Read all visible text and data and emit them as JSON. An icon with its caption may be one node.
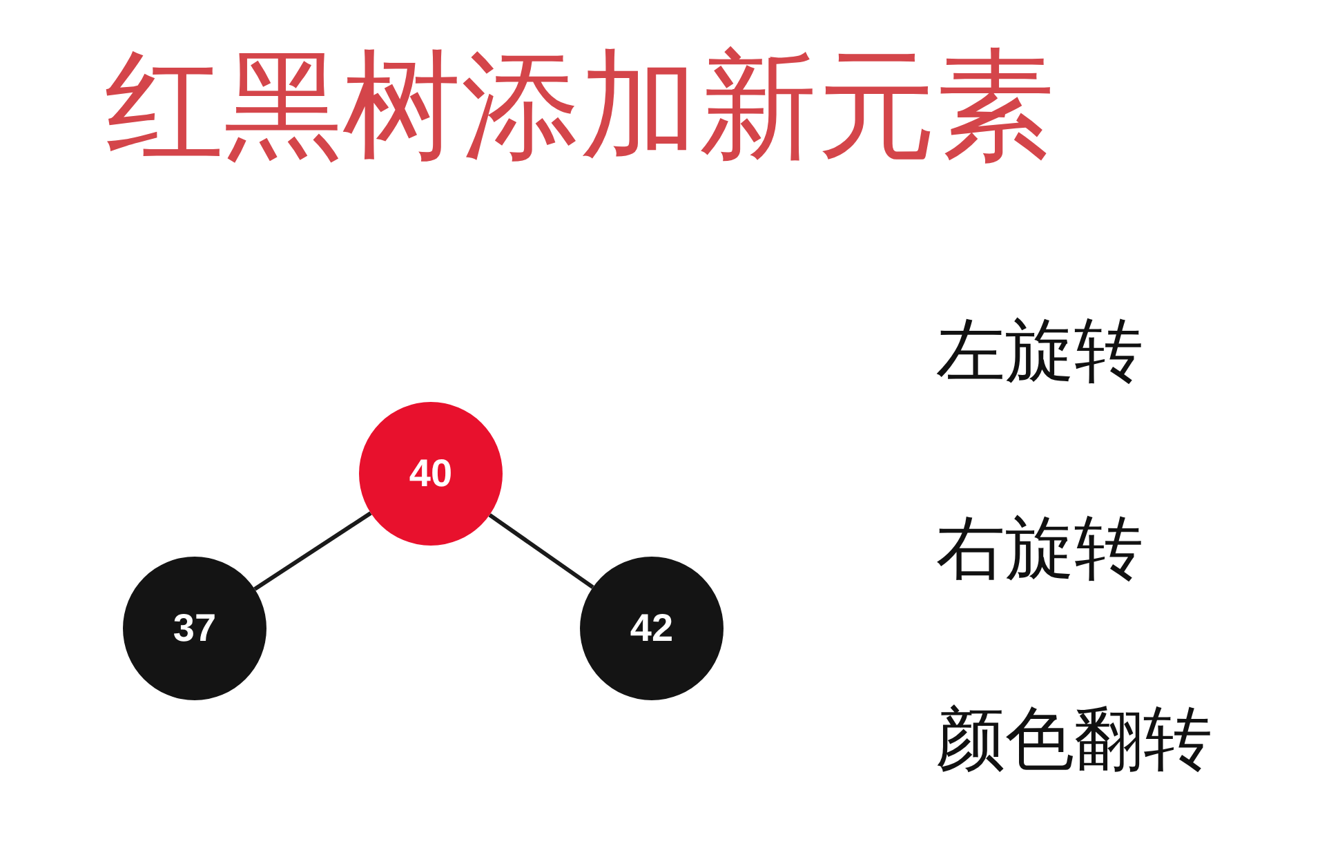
{
  "diagram": {
    "title": "红黑树添加新元素",
    "nodes": [
      {
        "text": [
          "40"
        ]
      },
      {
        "text": [
          "37"
        ]
      },
      {
        "text": [
          "42"
        ]
      }
    ],
    "edges": [
      {
        "from": 0,
        "to": 1,
        "arrow": "none"
      },
      {
        "from": 0,
        "to": 2,
        "arrow": "none"
      }
    ],
    "labels": [
      "左旋转",
      "右旋转",
      "颜色翻转"
    ]
  }
}
